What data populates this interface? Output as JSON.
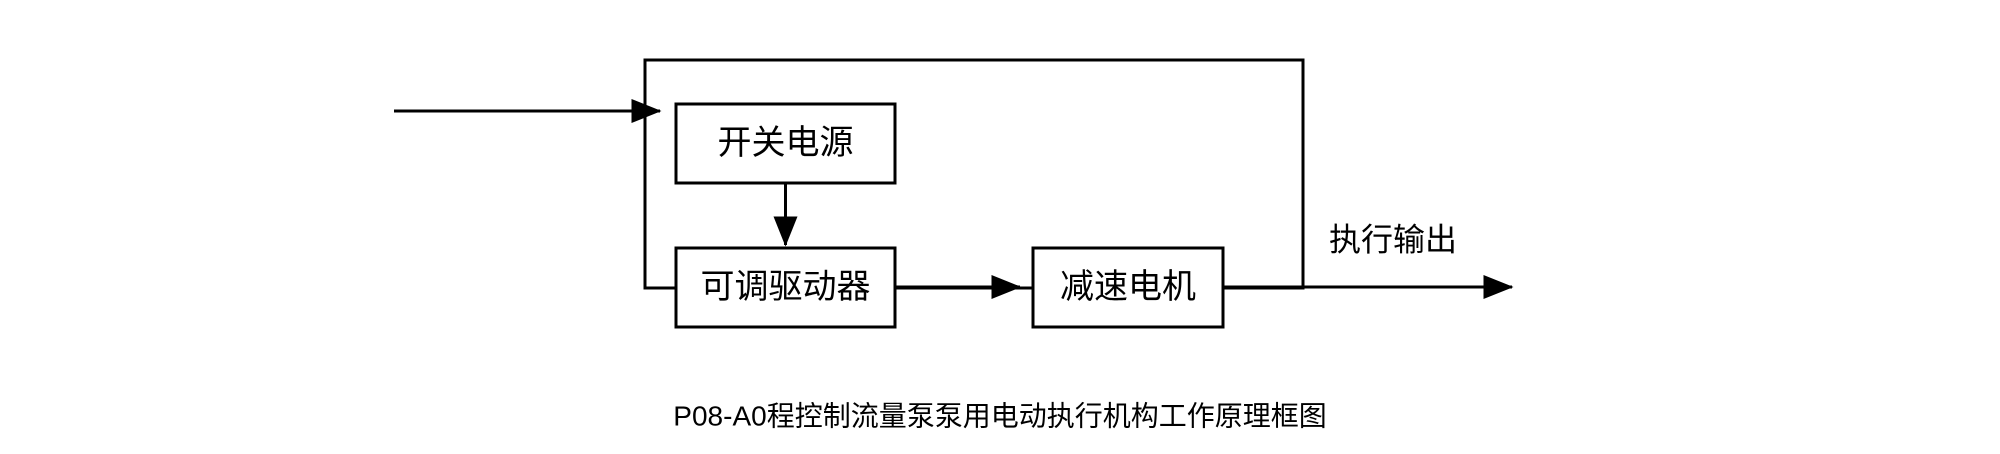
{
  "diagram": {
    "title": "P08-A0程控制流量泵泵用电动执行机构工作原理框图",
    "stroke_color": "#000000",
    "background_color": "#ffffff",
    "blocks": [
      {
        "id": "power",
        "label": "开关电源"
      },
      {
        "id": "driver",
        "label": "可调驱动器"
      },
      {
        "id": "motor",
        "label": "减速电机"
      }
    ],
    "enclosure": {
      "label": ""
    },
    "flows": [
      {
        "id": "input",
        "label": ""
      },
      {
        "id": "power-to-driver",
        "label": ""
      },
      {
        "id": "driver-to-motor",
        "label": ""
      },
      {
        "id": "output",
        "label": "执行输出"
      }
    ]
  }
}
